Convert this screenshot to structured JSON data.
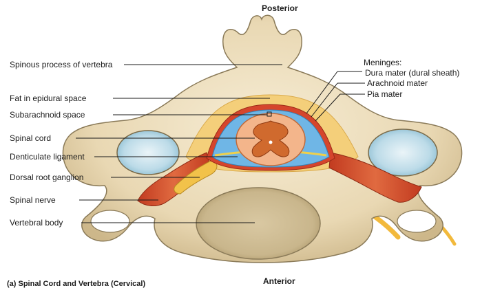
{
  "orientation": {
    "top": "Posterior",
    "bottom": "Anterior"
  },
  "labels_left": [
    "Spinous process of vertebra",
    "Fat in epidural space",
    "Subarachnoid space",
    "Spinal cord",
    "Denticulate ligament",
    "Dorsal root ganglion",
    "Spinal nerve",
    "Vertebral body"
  ],
  "meninges": {
    "heading": "Meninges:",
    "items": [
      "Dura mater (dural sheath)",
      "Arachnoid mater",
      "Pia mater"
    ]
  },
  "caption": "(a) Spinal Cord and Vertebra (Cervical)",
  "colors": {
    "bone": "#efe2c4",
    "bone_outline": "#8a7a58",
    "fat": "#f2c96a",
    "dura": "#d5452c",
    "arachnoid": "#6fb6e6",
    "spinal_cord": "#f3b58b",
    "grey_matter": "#d06a2e",
    "nerve": "#c94a27",
    "vertebral_foramen_lining": "#bfe0f2"
  }
}
